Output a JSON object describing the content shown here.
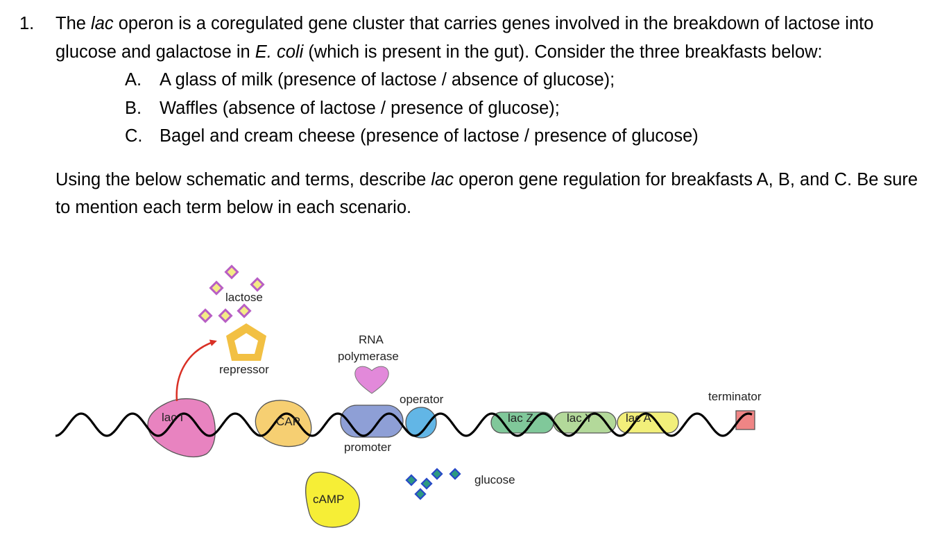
{
  "question": {
    "number": "1.",
    "intro": {
      "t1": "The ",
      "lac": "lac",
      "t2": " operon is a coregulated gene cluster that carries genes involved in the breakdown of lactose into glucose and galactose in ",
      "ecoli": "E. coli",
      "t3": " (which is present in the gut).  Consider the three breakfasts below:"
    },
    "breakfasts": [
      {
        "letter": "A.",
        "text": "A glass of milk (presence of lactose / absence of glucose);"
      },
      {
        "letter": "B.",
        "text": "Waffles (absence of lactose / presence of glucose);"
      },
      {
        "letter": "C.",
        "text": "Bagel and cream cheese (presence of lactose / presence of glucose)"
      }
    ],
    "instruction": {
      "t1": "Using the below schematic and terms, describe ",
      "lac": "lac",
      "t2": " operon gene regulation for breakfasts A, B, and C.  Be sure to mention each term below in each scenario."
    }
  },
  "diagram": {
    "labels": {
      "lactose": "lactose",
      "repressor": "repressor",
      "rna_line1": "RNA",
      "rna_line2": "polymerase",
      "operator": "operator",
      "terminator": "terminator",
      "lacI": "lac I",
      "cap": "CAP",
      "promoter": "promoter",
      "lacZ": "lac Z",
      "lacY": "lac Y",
      "lacA": "lac A",
      "glucose": "glucose",
      "camp": "cAMP"
    },
    "colors": {
      "lacI": "#e883c0",
      "cap": "#f6cf72",
      "promoter": "#8e9fd6",
      "operator": "#62b6e6",
      "lacZ": "#80c89a",
      "lacY": "#b3d99a",
      "lacA": "#f2ef7a",
      "terminator": "#ef8585",
      "rna_polymerase": "#e289da",
      "repressor": "#f2c043",
      "lactose_diamond_fill": "#f4ec86",
      "lactose_diamond_edge": "#b85fc4",
      "glucose_diamond_fill": "#2d9a80",
      "glucose_diamond_edge": "#2749c7",
      "camp": "#f6ee36",
      "arrow": "#d93025"
    }
  }
}
